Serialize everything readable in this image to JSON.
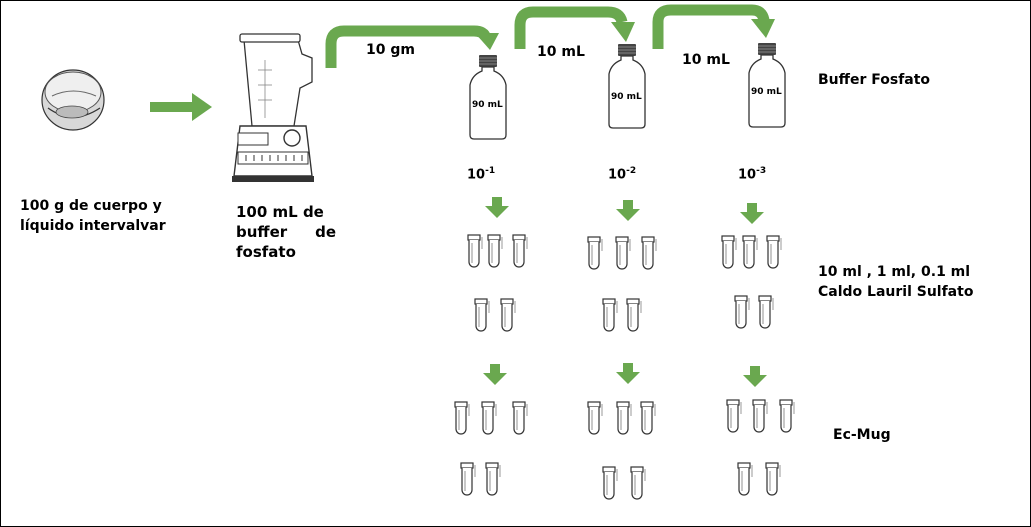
{
  "colors": {
    "arrow": "#6aa84f",
    "arrow_dark": "#5a9641",
    "ink": "#000000"
  },
  "labels": {
    "sample": [
      "100 g de cuerpo y",
      "líquido intervalvar"
    ],
    "blender": [
      "100 mL de",
      "buffer de",
      "fosfato"
    ],
    "transfer_1": "10 gm",
    "transfer_2": "10 mL",
    "transfer_3": "10 mL",
    "buffer": "Buffer Fosfato",
    "broth": [
      "10 ml , 1 ml, 0.1 ml",
      "Caldo Lauril Sulfato"
    ],
    "ecmug": "Ec-Mug"
  },
  "bottles": [
    {
      "volume": "90 mL",
      "dilution_base": "10",
      "dilution_exp": "-1"
    },
    {
      "volume": "90 mL",
      "dilution_base": "10",
      "dilution_exp": "-2"
    },
    {
      "volume": "90 mL",
      "dilution_base": "10",
      "dilution_exp": "-3"
    }
  ],
  "icons": [
    "clam-icon",
    "blender-icon",
    "bottle-icon",
    "test-tube-icon",
    "down-arrow-icon",
    "right-arrow-icon",
    "curved-arrow-icon"
  ]
}
